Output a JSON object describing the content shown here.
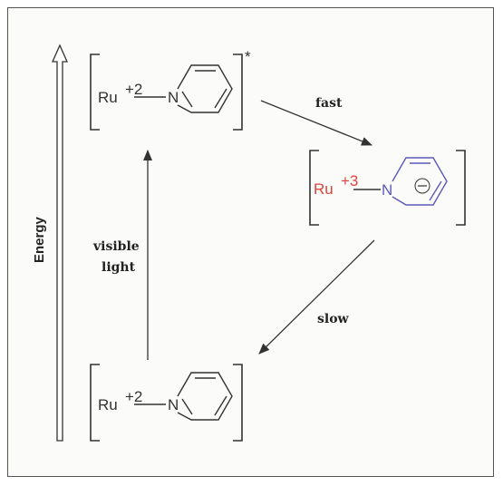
{
  "axis_label": "Energy",
  "excited": {
    "metal": "Ru",
    "charge": "+2",
    "atom": "N",
    "star": "*"
  },
  "intermediate": {
    "metal": "Ru",
    "charge": "+3",
    "atom": "N",
    "minus": "⊖"
  },
  "ground": {
    "metal": "Ru",
    "charge": "+2",
    "atom": "N"
  },
  "arrows": {
    "fast": "fast",
    "slow": "slow",
    "visible_line1": "visible",
    "visible_line2": "light"
  },
  "colors": {
    "ru3": "#e0443a",
    "anion_ring": "#5b5bb8",
    "ink": "#333333"
  }
}
